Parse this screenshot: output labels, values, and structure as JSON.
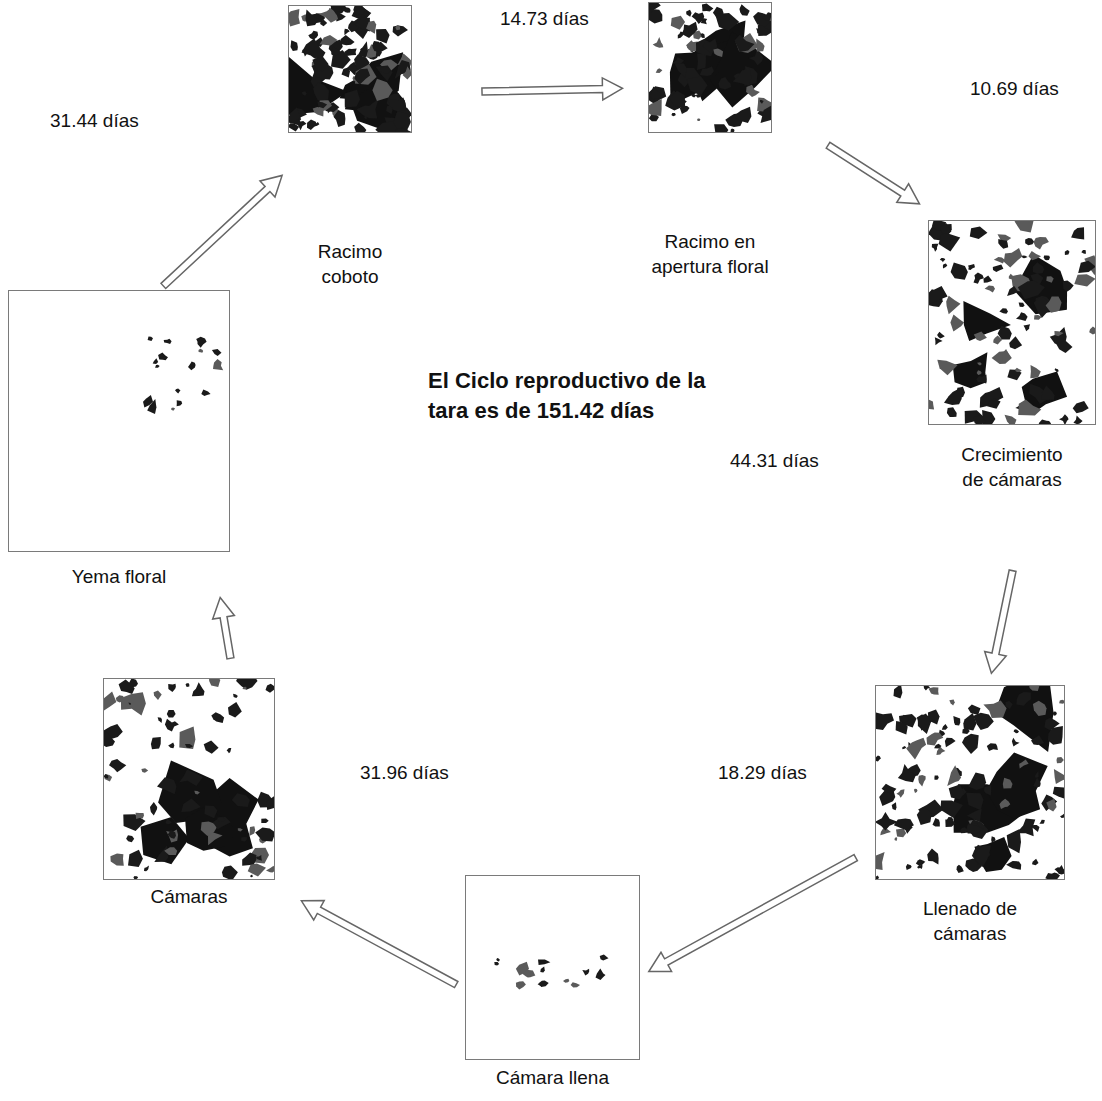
{
  "diagram": {
    "title": "El Ciclo reproductivo de la tara es de 151.42 días",
    "nodes": [
      {
        "text": [
          "Yema floral"
        ]
      },
      {
        "text": [
          "Racimo coboto"
        ]
      },
      {
        "text": [
          "Racimo en apertura floral"
        ]
      },
      {
        "text": [
          "Crecimiento de cámaras"
        ]
      },
      {
        "text": [
          "Llenado de cámaras"
        ]
      },
      {
        "text": [
          "Cámara llena"
        ]
      },
      {
        "text": [
          "Cámaras"
        ]
      }
    ],
    "edges": [
      {
        "from": 0,
        "to": 1,
        "arrow": "to",
        "label": "31.44 días"
      },
      {
        "from": 1,
        "to": 2,
        "arrow": "to",
        "label": "14.73 días"
      },
      {
        "from": 2,
        "to": 3,
        "arrow": "to",
        "label": "10.69 días"
      },
      {
        "from": 3,
        "to": 4,
        "arrow": "to",
        "label": "44.31 días"
      },
      {
        "from": 4,
        "to": 5,
        "arrow": "to",
        "label": "18.29 días"
      },
      {
        "from": 5,
        "to": 6,
        "arrow": "to",
        "label": "31.96 días"
      },
      {
        "from": 6,
        "to": 0,
        "arrow": "to"
      }
    ]
  }
}
